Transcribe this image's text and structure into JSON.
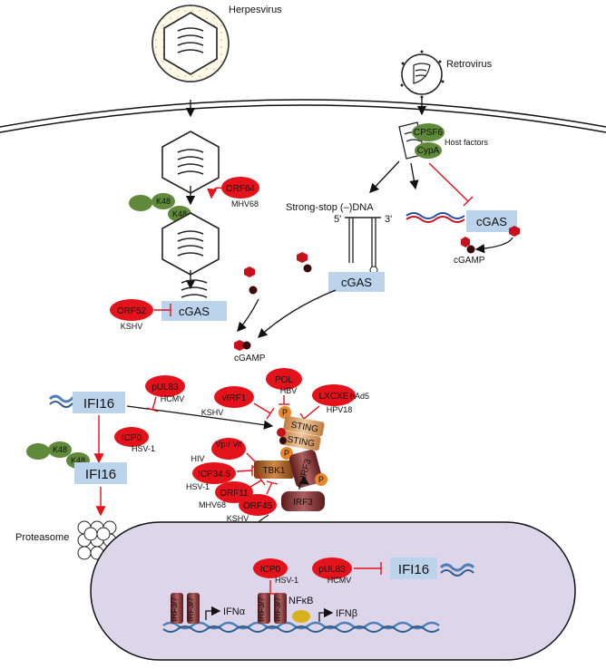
{
  "labels": {
    "herpesvirus": "Herpesvirus",
    "retrovirus": "Retrovirus",
    "orf64": "ORF64",
    "mhv68_a": "MHV68",
    "k48_1": "K48",
    "k48_2": "K48",
    "orf52": "ORF52",
    "kshv_a": "KSHV",
    "cgas_1": "cGAS",
    "cgamp_1": "cGAMP",
    "cpsf6": "CPSF6",
    "cypa": "CypA",
    "host_factors": "Host factors",
    "strong_stop": "Strong-stop (–)DNA",
    "five_prime": "5'",
    "three_prime": "3'",
    "cgas_2": "cGAS",
    "cgas_3": "cGAS",
    "cgamp_2": "cGAMP",
    "ifi16_1": "IFI16",
    "pul83_1": "pUL83",
    "hcmv_1": "HCMV",
    "pol": "POL",
    "hbv": "HBV",
    "virf1": "vIRF1",
    "kshv_b": "KSHV",
    "lxcxe": "LXCXE",
    "had5": "hAd5",
    "hpv18": "HPV18",
    "p_1": "P",
    "sting_1": "STING",
    "sting_2": "STING",
    "p_2": "P",
    "icp0_1": "ICP0",
    "hsv1_a": "HSV-1",
    "k48_3": "K48",
    "k48_4": "K48",
    "ifi16_2": "IFI16",
    "vpr_vif": "Vpr/ Vif",
    "hiv": "HIV",
    "icp345": "ICP34.5",
    "hsv1_b": "HSV-1",
    "tbk1": "TBK1",
    "irf3_1": "IRF3",
    "p_3": "P",
    "orf11": "ORF11",
    "mhv68_b": "MHV68",
    "orf45": "ORF45",
    "kshv_c": "KSHV",
    "irf3_2": "IRF3",
    "proteasome": "Proteasome",
    "icp0_2": "ICP0",
    "hsv1_c": "HSV-1",
    "pul83_2": "pUL83",
    "hcmv_2": "HCMV",
    "ifi16_3": "IFI16",
    "irf37_1": "IRF3/7",
    "irf37_2": "IRF3/7",
    "irf37_3": "IRF3/7",
    "irf37_4": "IRF3/7",
    "ifna": "IFNα",
    "nfkb": "NFκB",
    "ifnb": "IFNβ"
  },
  "colors": {
    "viral_protein": "#e3121b",
    "ubiquitin": "#5f8a3a",
    "host_sensor": "#bcd3ec",
    "sting": "#d9a06a",
    "tbk1": "#b5651d",
    "irf3": "#7a2a2a",
    "phospho": "#e8862a",
    "nucleus": "#ddd5ea",
    "dna": "#4a7fb8"
  }
}
